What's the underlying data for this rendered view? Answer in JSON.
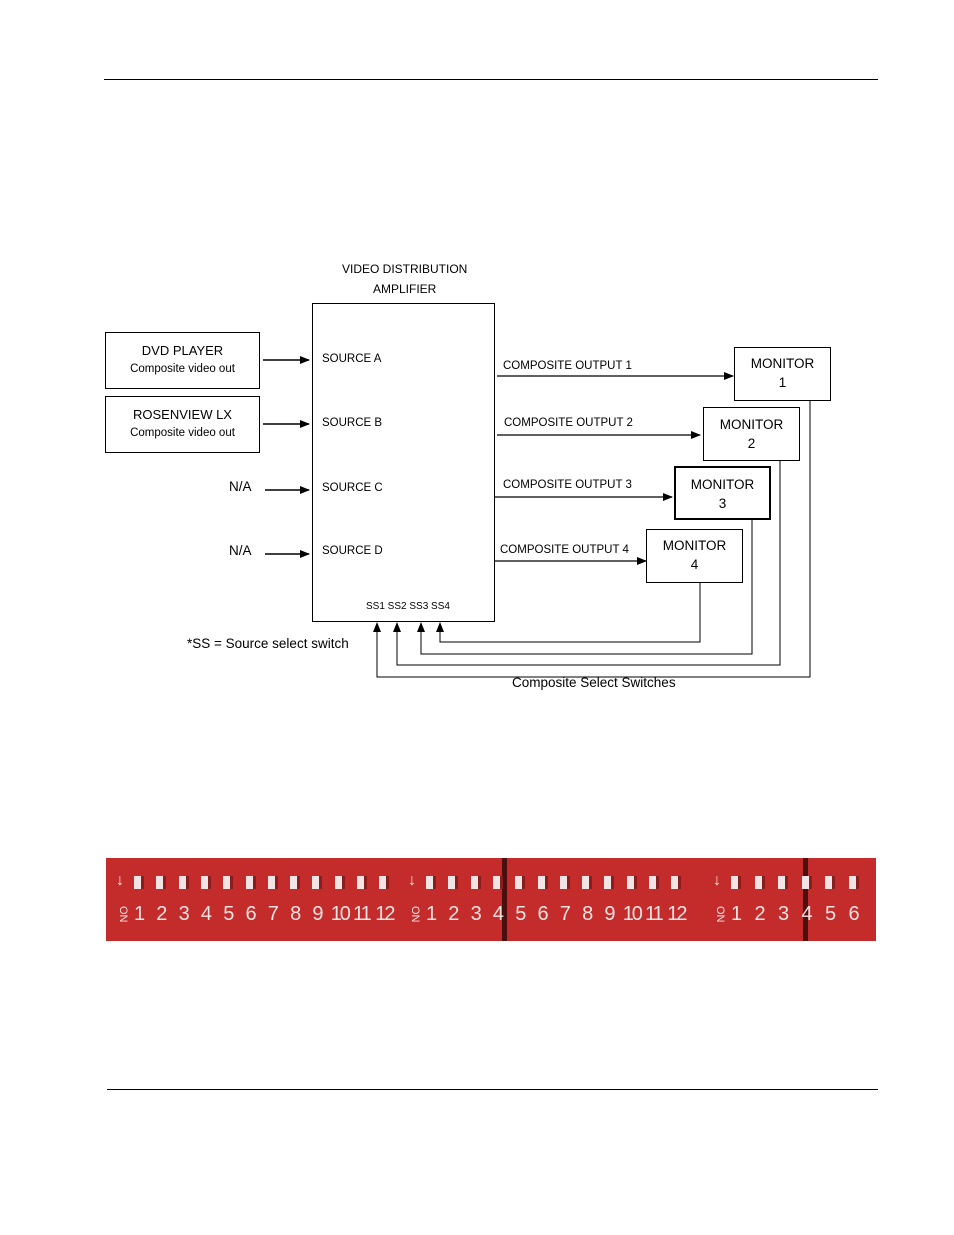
{
  "amplifier": {
    "title_line1": "VIDEO DISTRIBUTION",
    "title_line2": "AMPLIFIER",
    "inputs": [
      "SOURCE A",
      "SOURCE B",
      "SOURCE C",
      "SOURCE D"
    ],
    "switch_labels": "SS1 SS2 SS3 SS4"
  },
  "sources": [
    {
      "name": "DVD PLAYER",
      "detail": "Composite video out"
    },
    {
      "name": "ROSENVIEW LX",
      "detail": "Composite video out"
    },
    {
      "name": "N/A"
    },
    {
      "name": "N/A"
    }
  ],
  "outputs": [
    "COMPOSITE OUTPUT 1",
    "COMPOSITE OUTPUT 2",
    "COMPOSITE OUTPUT 3",
    "COMPOSITE OUTPUT 4"
  ],
  "monitors": [
    {
      "line1": "MONITOR",
      "line2": "1"
    },
    {
      "line1": "MONITOR",
      "line2": "2"
    },
    {
      "line1": "MONITOR",
      "line2": "3"
    },
    {
      "line1": "MONITOR",
      "line2": "4"
    }
  ],
  "footnote": "*SS = Source select switch",
  "feedback_caption": "Composite Select Switches",
  "dip_switches": {
    "on_label": "ON",
    "bank1": [
      "1",
      "2",
      "3",
      "4",
      "5",
      "6",
      "7",
      "8",
      "9",
      "10",
      "11",
      "12"
    ],
    "bank2": [
      "1",
      "2",
      "3",
      "4",
      "5",
      "6",
      "7",
      "8",
      "9",
      "10",
      "11",
      "12"
    ],
    "bank3": [
      "1",
      "2",
      "3",
      "4",
      "5",
      "6"
    ],
    "color": "#c42b2b"
  }
}
